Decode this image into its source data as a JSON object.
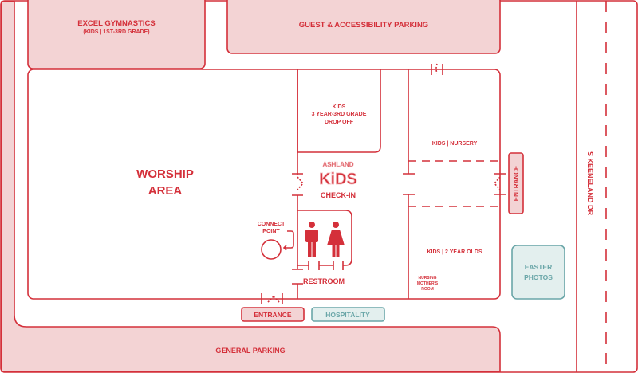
{
  "colors": {
    "accent": "#d4303a",
    "pink_fill": "#f3d3d4",
    "teal": "#6aa6a8",
    "teal_fill": "#e3efee"
  },
  "areas": {
    "gym": {
      "title": "EXCEL GYMNASTICS",
      "subtitle": "(KIDS | 1ST-3RD GRADE)"
    },
    "guest_parking": "GUEST & ACCESSIBILITY PARKING",
    "worship": [
      "WORSHIP",
      "AREA"
    ],
    "kids_dropoff": [
      "KIDS",
      "3 YEAR-3RD GRADE",
      "DROP OFF"
    ],
    "logo": [
      "ASHLAND",
      "KiDS"
    ],
    "checkin": "CHECK-IN",
    "nursery": "KIDS | NURSERY",
    "two_year_olds": "KIDS | 2 YEAR OLDS",
    "nursing": [
      "NURSING",
      "MOTHER'S",
      "ROOM"
    ],
    "connect_point": [
      "CONNECT",
      "POINT"
    ],
    "restroom": "RESTROOM",
    "entrance_east": "ENTRANCE",
    "entrance_south": "ENTRANCE",
    "hospitality": "HOSPITALITY",
    "easter_photos": [
      "EASTER",
      "PHOTOS"
    ],
    "street": "S KEENELAND DR",
    "general_parking": "GENERAL PARKING"
  },
  "icons": [
    "man-icon",
    "woman-icon",
    "door-icon",
    "arrow-icon"
  ]
}
